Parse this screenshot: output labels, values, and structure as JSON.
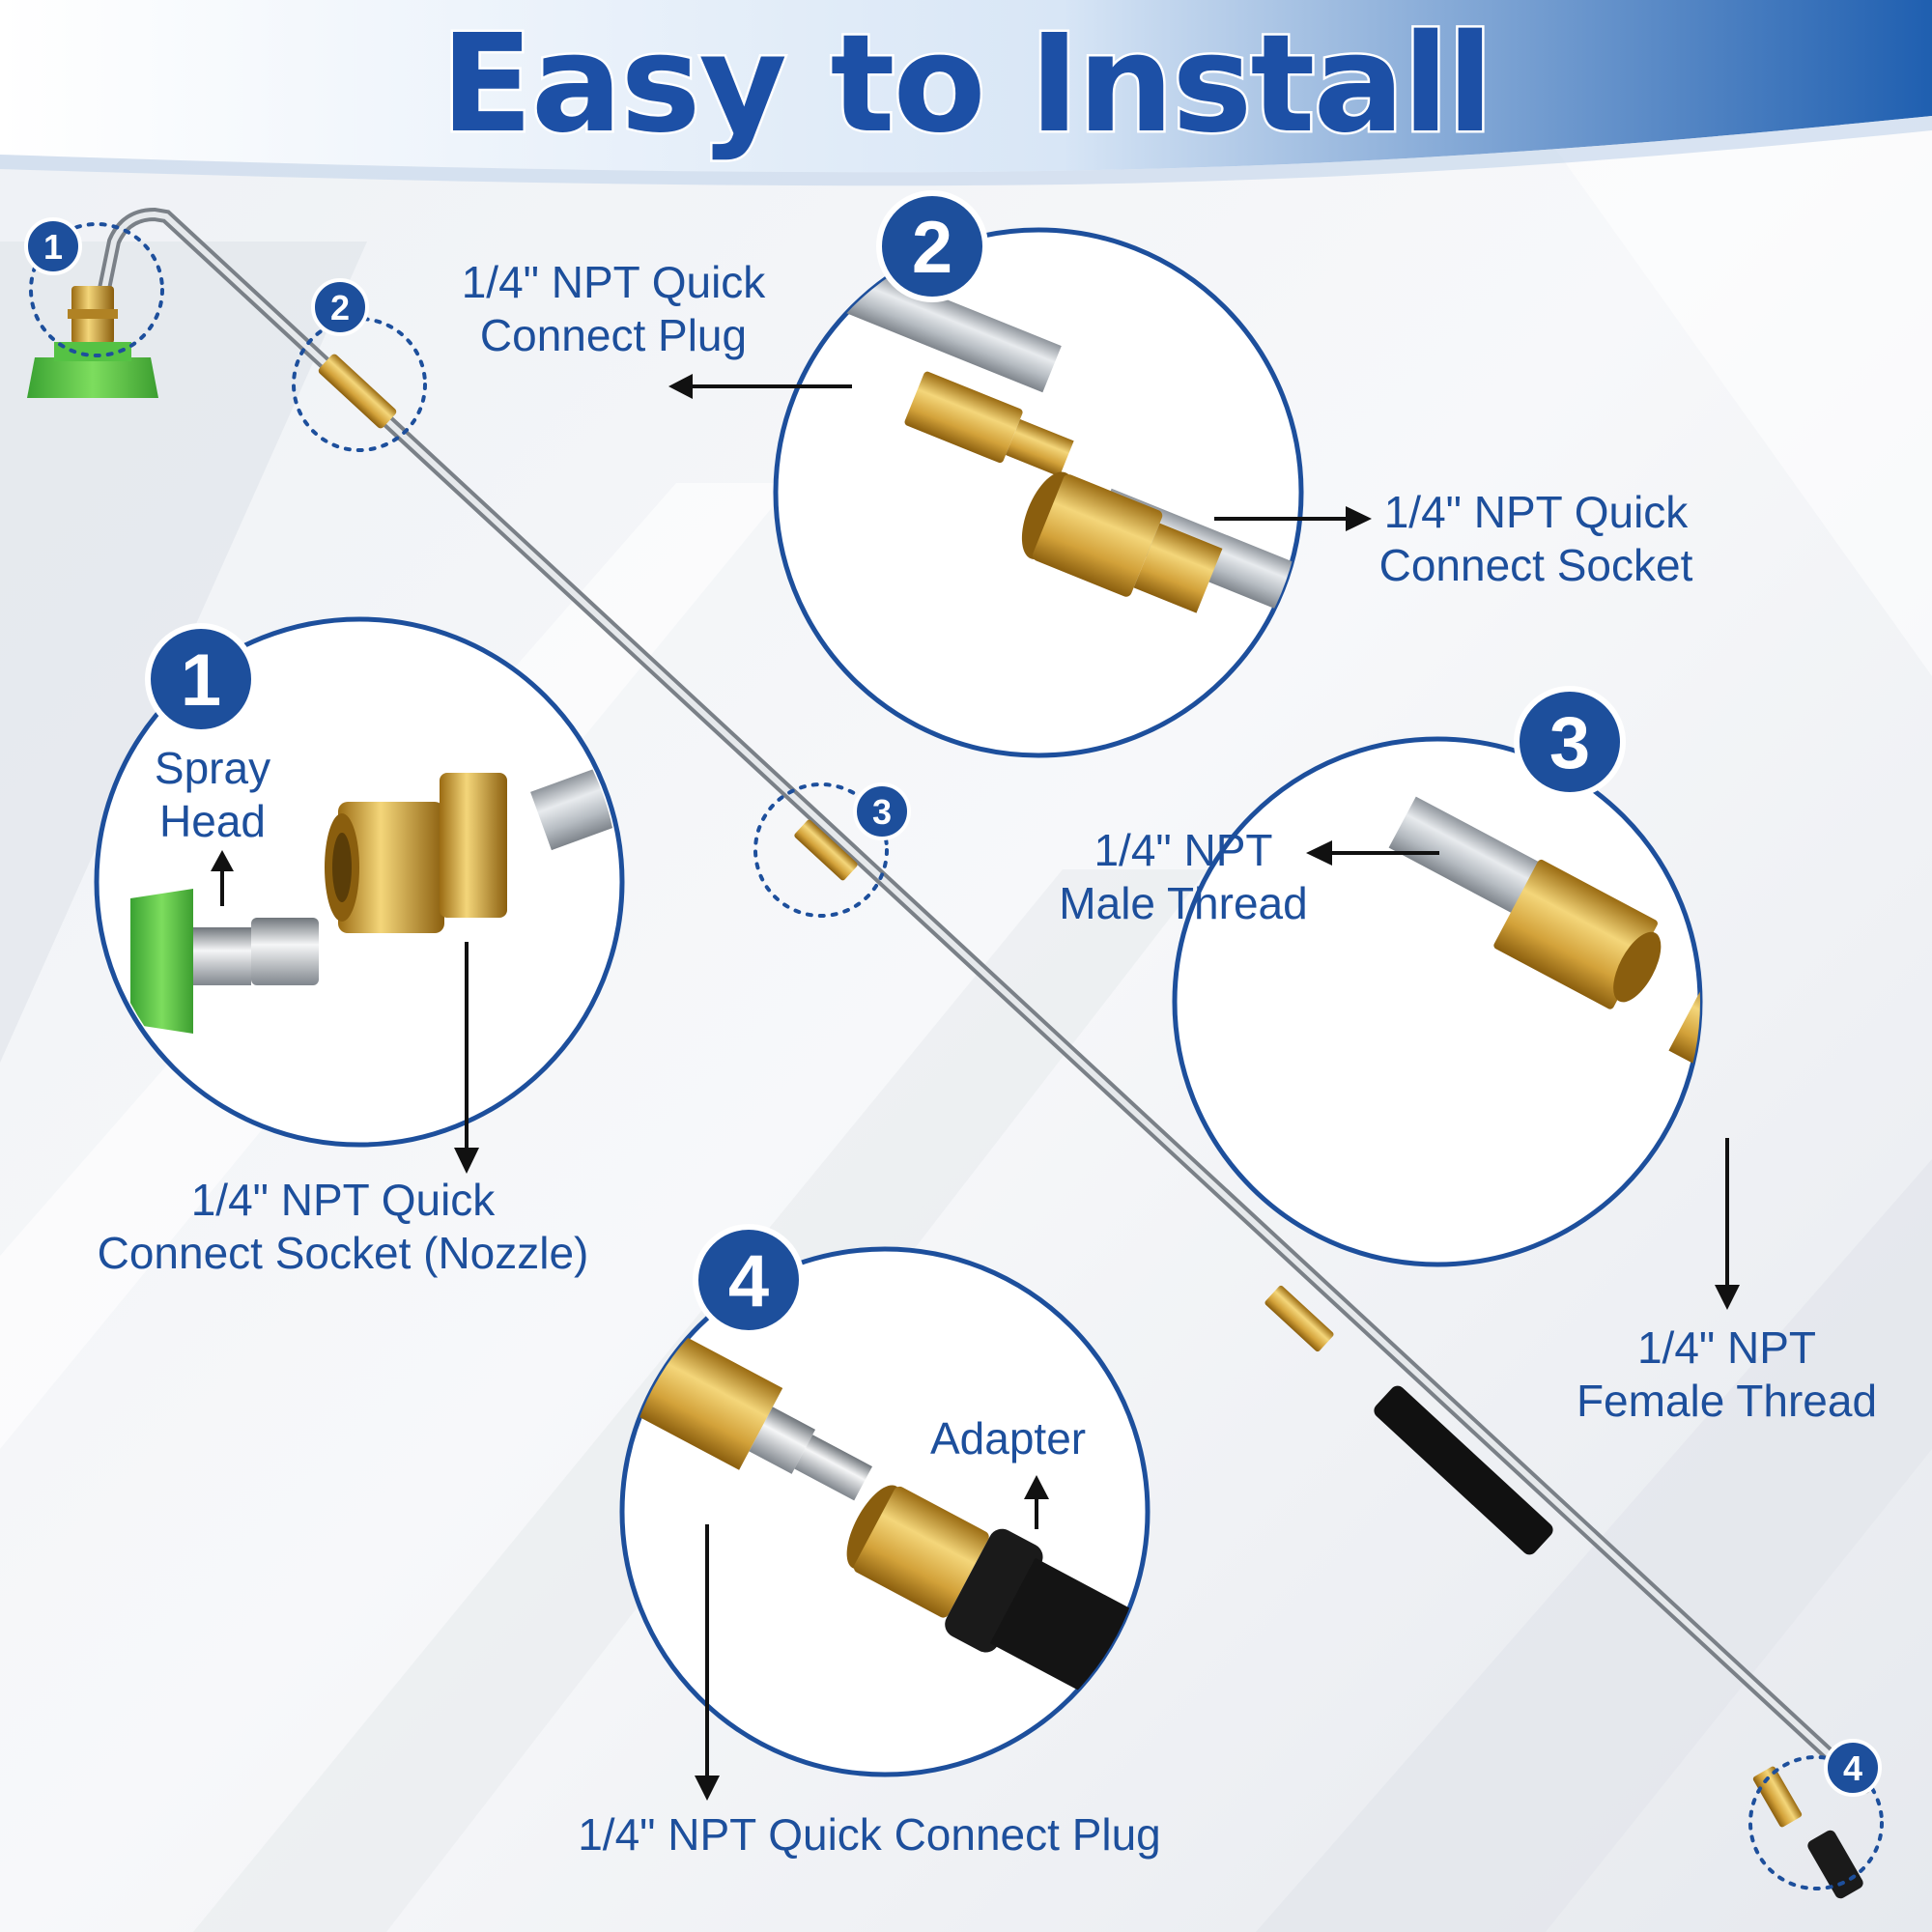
{
  "title": "Easy to Install",
  "markers": [
    "1",
    "2",
    "3",
    "4"
  ],
  "callouts": {
    "one": {
      "number": "1",
      "spray_line1": "Spray",
      "spray_line2": "Head",
      "socket_line1": "1/4\" NPT Quick",
      "socket_line2": "Connect Socket (Nozzle)"
    },
    "two": {
      "number": "2",
      "plug_line1": "1/4\" NPT Quick",
      "plug_line2": "Connect Plug",
      "socket_line1": "1/4\" NPT Quick",
      "socket_line2": "Connect Socket"
    },
    "three": {
      "number": "3",
      "male_line1": "1/4\" NPT",
      "male_line2": "Male Thread",
      "female_line1": "1/4\" NPT",
      "female_line2": "Female Thread"
    },
    "four": {
      "number": "4",
      "adapter": "Adapter",
      "plug": "1/4\" NPT Quick Connect Plug"
    }
  },
  "colors": {
    "brand_blue": "#1d4f9c",
    "brass": "#d8a93a",
    "nozzle_green": "#5bc64a",
    "steel": "#b9bec4"
  }
}
